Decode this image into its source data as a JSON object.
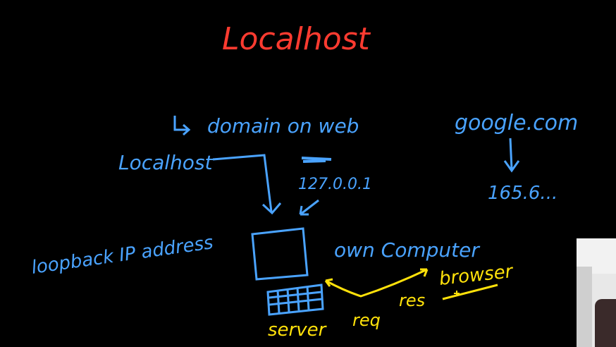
{
  "title": "Localhost",
  "domain_note": "domain on web",
  "localhost_label": "Localhost",
  "ip_text": "127.0.0.1",
  "loopback_label": "loopback IP address",
  "own_computer_label": "own Computer",
  "server_label": "server",
  "req_label": "req",
  "res_label": "res",
  "browser_label": "browser",
  "google_label": "google.com",
  "google_ip": "165.6...",
  "colors": {
    "title": "#ff3b30",
    "blue": "#4aa3ff",
    "yellow": "#ffe10a",
    "background": "#000000"
  }
}
